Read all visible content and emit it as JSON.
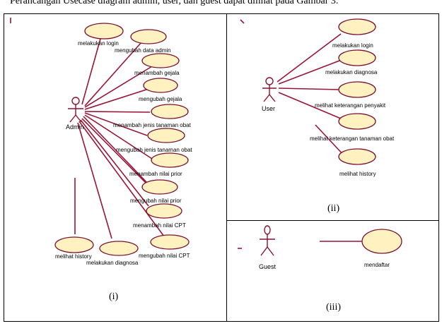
{
  "caption": "Perancangan Usecase diagram admin, user, dan guest dapat dilihat pada Gambar 3.",
  "panels": {
    "admin": {
      "label": "(i)",
      "actor": "Admin",
      "use_cases": [
        "melakukan login",
        "mengubah data admin",
        "menambah gejala",
        "mengubah gejala",
        "menambah jenis tanaman obat",
        "mengubah jenis tanaman obat",
        "menambah nilai prior",
        "mengubah nilai prior",
        "menambah nilai CPT",
        "mengubah nilai CPT",
        "melihat history",
        "melakukan diagnosa"
      ]
    },
    "user": {
      "label": "(ii)",
      "actor": "User",
      "use_cases": [
        "melakukan login",
        "melakukan diagnosa",
        "melihat keterangan penyakit",
        "melihat keterangan tanaman obat",
        "melihat history"
      ]
    },
    "guest": {
      "label": "(iii)",
      "actor": "Guest",
      "use_cases": [
        "mendaftar"
      ]
    }
  },
  "colors": {
    "use_case_fill": "#fff2c0",
    "line": "#9a1438"
  }
}
